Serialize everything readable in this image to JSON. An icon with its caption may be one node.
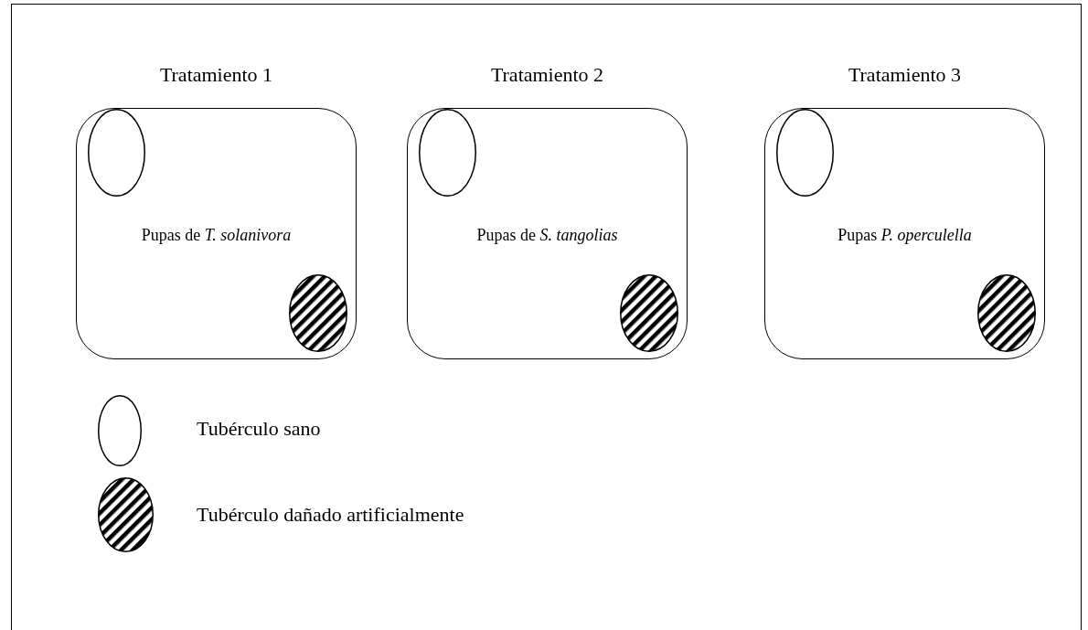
{
  "diagram": {
    "nodes": [
      {
        "text": [
          "Tratamiento 1",
          "Pupas de *T. solanivora*"
        ]
      },
      {
        "text": [],
        "shape": "oval",
        "in": 0
      },
      {
        "text": [],
        "shape": "oval",
        "in": 0
      },
      {
        "text": [
          "Tratamiento 2",
          "Pupas de *S. tangolias*"
        ]
      },
      {
        "text": [],
        "shape": "oval",
        "in": 3
      },
      {
        "text": [],
        "shape": "oval",
        "in": 3
      },
      {
        "text": [
          "Tratamiento 3",
          "Pupas *P. operculella*"
        ]
      },
      {
        "text": [],
        "shape": "oval",
        "in": 6
      },
      {
        "text": [],
        "shape": "oval",
        "in": 6
      },
      {
        "text": [],
        "shape": "oval"
      },
      {
        "text": [],
        "shape": "oval"
      }
    ],
    "legend": [
      {
        "text": "Tubérculo sano"
      },
      {
        "text": "Tubérculo dañado artificialmente"
      }
    ]
  }
}
